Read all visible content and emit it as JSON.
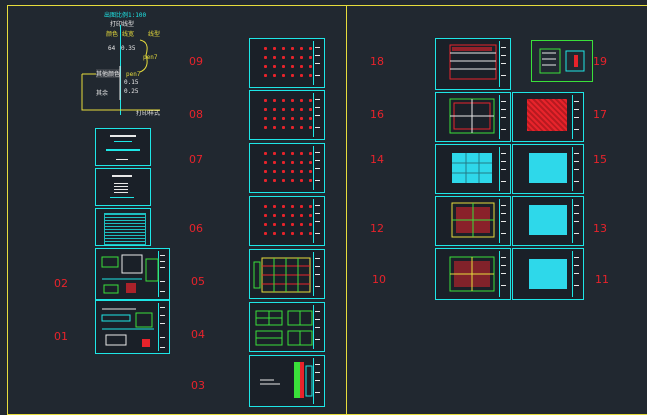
{
  "legend": {
    "scale_text": "出图比例1:100",
    "print_text": "打印线型",
    "head_cols": [
      "颜色",
      "线宽",
      "线型"
    ],
    "row1": {
      "name": "64",
      "val": "0.35"
    },
    "row2": {
      "name": "其他颜色",
      "val": "0.15"
    },
    "row3": {
      "name": "其余",
      "val": "0.25"
    },
    "pen_label_a": "pen7",
    "pen_label_b": "pen7",
    "footer_text": "打印样式"
  },
  "sheet_numbers": [
    "01",
    "02",
    "03",
    "04",
    "05",
    "06",
    "07",
    "08",
    "09",
    "10",
    "11",
    "12",
    "13",
    "14",
    "15",
    "16",
    "17",
    "18",
    "19"
  ],
  "colors": {
    "background": "#212830",
    "frame": "#e6dc3c",
    "sheet_border": "#1ee6e6",
    "number": "#e8232b"
  }
}
